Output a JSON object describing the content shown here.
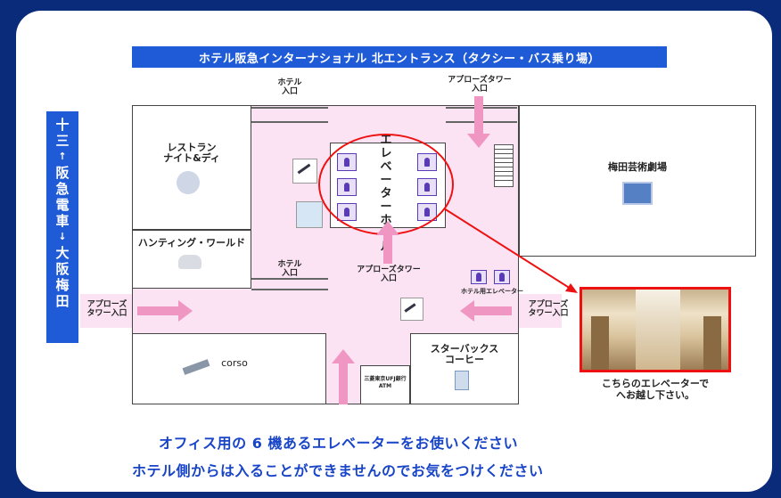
{
  "banner_top": "ホテル阪急インターナショナル 北エントランス（タクシー・バス乗り場）",
  "side_banner": [
    "十",
    "三",
    "↑",
    "阪",
    "急",
    "電",
    "車",
    "↓",
    "大",
    "阪",
    "梅",
    "田"
  ],
  "labels": {
    "hotel_entrance_top": [
      "ホテル",
      "入口"
    ],
    "approach_tower_top": [
      "アプローズタワー",
      "入口"
    ],
    "restaurant": [
      "レストラン",
      "ナイト&ディ"
    ],
    "elevator_hall": [
      "エ",
      "レ",
      "ベ",
      "ー",
      "タ",
      "ー",
      "ホ",
      "ー",
      "ル"
    ],
    "umeda_theater": "梅田芸術劇場",
    "hunting_world": "ハンティング・ワールド",
    "hotel_entrance_mid": [
      "ホテル",
      "入口"
    ],
    "approach_tower_mid": [
      "アプローズタワー",
      "入口"
    ],
    "hotel_elevator": "ホテル用エレベーター",
    "approach_tower_left": [
      "アプローズ",
      "タワー入口"
    ],
    "approach_tower_right": [
      "アプローズ",
      "タワー入口"
    ],
    "corso": "corso",
    "starbucks": [
      "スターバックス",
      "コーヒー"
    ],
    "atm": [
      "三菱東京UFJ銀行",
      "ATM"
    ]
  },
  "photo_caption": [
    "こちらのエレベーターで",
    "へお越し下さい。"
  ],
  "footer": [
    "オフィス用の 6 機あるエレベーターをお使いください",
    "ホテル側からは入ることができませんのでお気をつけください"
  ],
  "colors": {
    "frame": "#0a2a7a",
    "banner": "#1f5bd6",
    "floor": "#fbe3f3",
    "arrow": "#f096c2",
    "highlight": "#e11111",
    "footer_text": "#1844c8"
  }
}
